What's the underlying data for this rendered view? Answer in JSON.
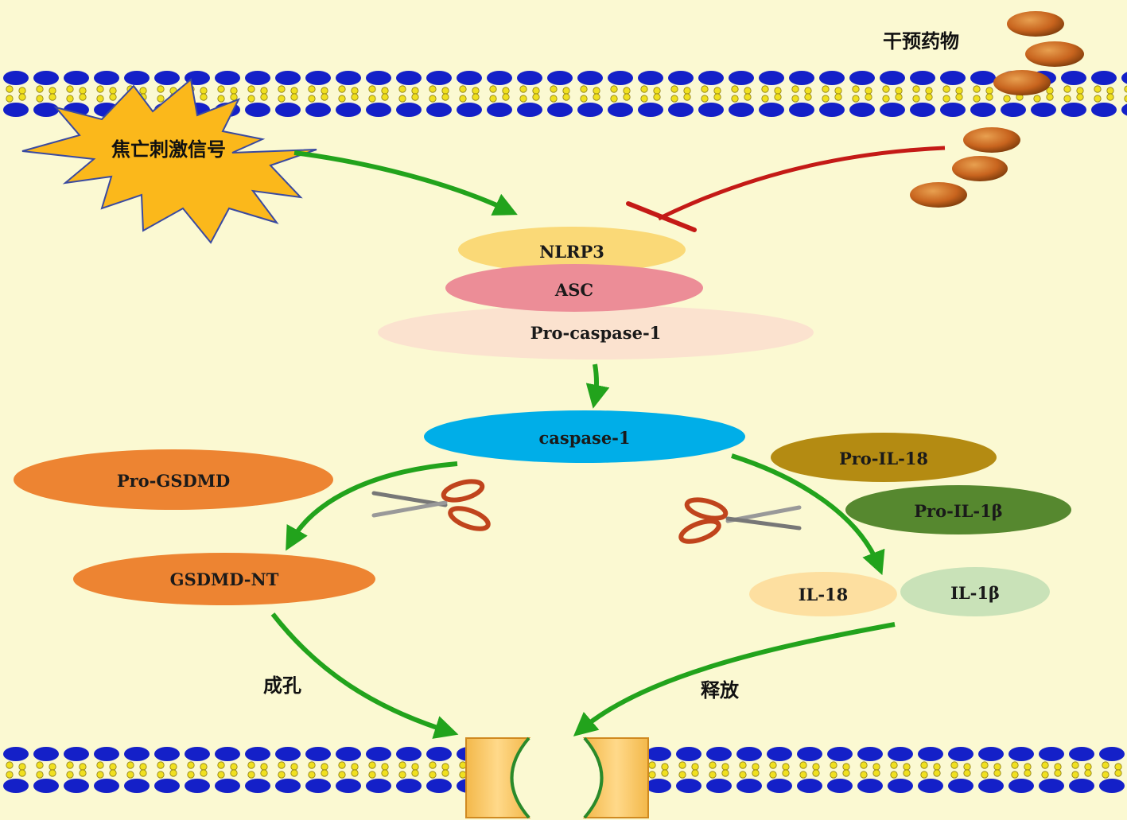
{
  "background_color": "#fbf9d2",
  "membrane": {
    "head_color": "#1420c8",
    "tail_color": "#f0e020"
  },
  "stimulus": {
    "label": "焦亡刺激信号",
    "color": "#fbb81b"
  },
  "drug": {
    "label": "干预药物",
    "color": "#c8641e"
  },
  "complex": {
    "nlrp3": "NLRP3",
    "asc": "ASC",
    "pro_caspase": "Pro-caspase-1"
  },
  "caspase": {
    "label": "caspase-1",
    "color": "#00aee8"
  },
  "gsdmd": {
    "pro": "Pro-GSDMD",
    "nt": "GSDMD-NT",
    "color": "#ed8432"
  },
  "cytokines": {
    "pro_il18": "Pro-IL-18",
    "pro_il1b": "Pro-IL-1β",
    "il18": "IL-18",
    "il1b": "IL-1β"
  },
  "labels": {
    "pore": "成孔",
    "release": "释放"
  },
  "colors": {
    "activation_arrow": "#22a31c",
    "inhibition": "#c41a16"
  }
}
